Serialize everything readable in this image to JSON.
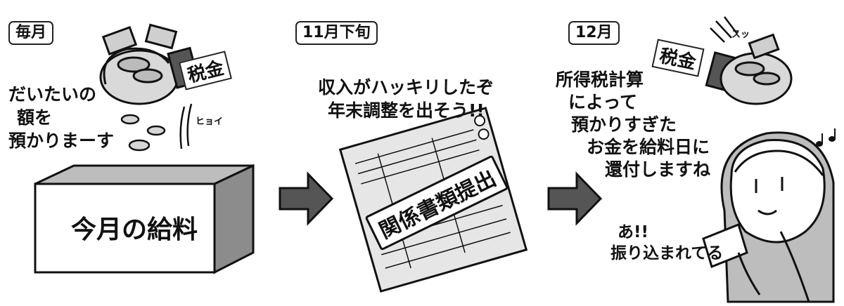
{
  "panels": {
    "monthly": {
      "tag": "毎月",
      "speech": [
        "だいたいの",
        "額を",
        "預かりまーす"
      ],
      "sfx": "ヒョイ",
      "tax_label": "税金",
      "box_label": "今月の給料"
    },
    "late_november": {
      "tag": "11月下旬",
      "speech": [
        "収入がハッキリしたぞ",
        "年末調整を出そう!!"
      ],
      "stamp_label": "関係書類提出"
    },
    "december": {
      "tag": "12月",
      "speech": [
        "所得税計算",
        "によって",
        "預かりすぎた",
        "お金を給料日に",
        "還付しますね"
      ],
      "sfx": "スッ",
      "tax_label": "税金",
      "reaction": [
        "あ!!",
        "振り込まれてる"
      ]
    }
  },
  "icons": [
    "right-arrow-icon",
    "right-arrow-icon"
  ],
  "colors": {
    "ink": "#111111",
    "arrow_fill": "#555555",
    "box_side": "#8c8c8c",
    "box_top": "#bdbdbd",
    "paper": "#e6e6e6"
  }
}
